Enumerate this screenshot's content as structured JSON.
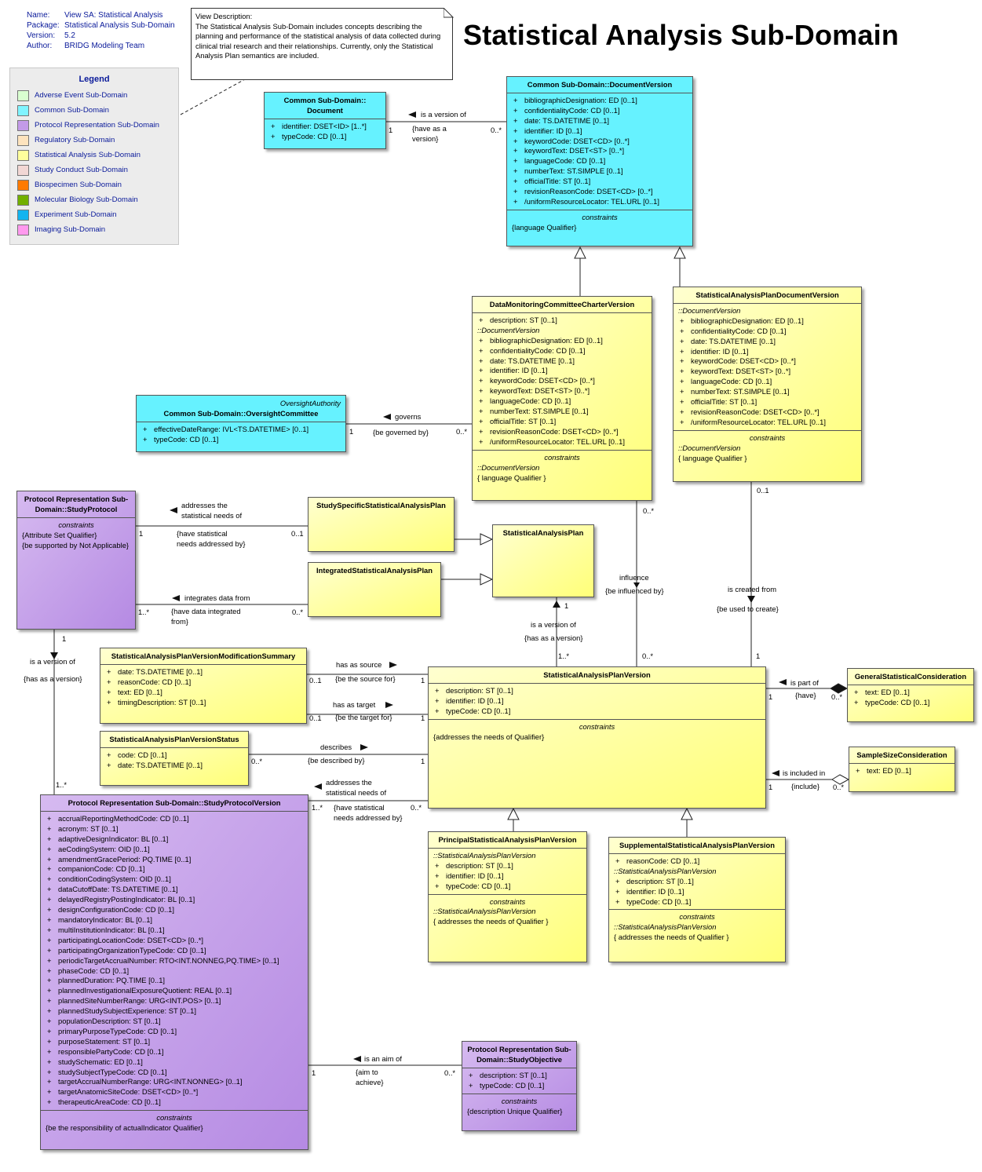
{
  "meta": [
    {
      "key": "Name:",
      "value": "View SA: Statistical Analysis"
    },
    {
      "key": "Package:",
      "value": "Statistical Analysis Sub-Domain"
    },
    {
      "key": "Version:",
      "value": "5.2"
    },
    {
      "key": "Author:",
      "value": "BRIDG Modeling Team"
    }
  ],
  "note": {
    "heading": "View Description:",
    "text": "The Statistical Analysis Sub-Domain includes concepts describing the planning and performance of the statistical analysis of data collected during clinical trial research and their relationships. Currently, only the Statistical Analysis Plan semantics are included."
  },
  "title": "Statistical Analysis Sub-Domain",
  "legend": {
    "title": "Legend",
    "items": [
      {
        "label": "Adverse Event Sub-Domain",
        "color": "#d9ffd0"
      },
      {
        "label": "Common Sub-Domain",
        "color": "#80f4ff"
      },
      {
        "label": "Protocol Representation Sub-Domain",
        "color": "#c39ae8"
      },
      {
        "label": "Regulatory Sub-Domain",
        "color": "#fde3bd"
      },
      {
        "label": "Statistical Analysis Sub-Domain",
        "color": "#ffff9c"
      },
      {
        "label": "Study Conduct Sub-Domain",
        "color": "#f2d7d4"
      },
      {
        "label": "Biospecimen Sub-Domain",
        "color": "#ff7a00"
      },
      {
        "label": "Molecular Biology Sub-Domain",
        "color": "#72b000"
      },
      {
        "label": "Experiment Sub-Domain",
        "color": "#12b4f0"
      },
      {
        "label": "Imaging Sub-Domain",
        "color": "#ff99ee"
      }
    ]
  },
  "classes": {
    "document": {
      "name": "Common Sub-Domain::\nDocument",
      "attrs": [
        "identifier: DSET<ID> [1..*]",
        "typeCode: CD [0..1]"
      ]
    },
    "documentVersion": {
      "name": "Common Sub-Domain::DocumentVersion",
      "attrs": [
        "bibliographicDesignation: ED [0..1]",
        "confidentialityCode: CD [0..1]",
        "date: TS.DATETIME [0..1]",
        "identifier: ID [0..1]",
        "keywordCode: DSET<CD> [0..*]",
        "keywordText: DSET<ST> [0..*]",
        "languageCode: CD [0..1]",
        "numberText: ST.SIMPLE [0..1]",
        "officialTitle: ST [0..1]",
        "revisionReasonCode: DSET<CD> [0..*]",
        "/uniformResourceLocator: TEL.URL [0..1]"
      ],
      "constraints_title": "constraints",
      "constraints": [
        "{language Qualifier}"
      ]
    },
    "dmcCharter": {
      "name": "DataMonitoringCommitteeCharterVersion",
      "own": [
        "description: ST [0..1]"
      ],
      "inherited_from": "::DocumentVersion",
      "attrs": [
        "bibliographicDesignation: ED [0..1]",
        "confidentialityCode: CD [0..1]",
        "date: TS.DATETIME [0..1]",
        "identifier: ID [0..1]",
        "keywordCode: DSET<CD> [0..*]",
        "keywordText: DSET<ST> [0..*]",
        "languageCode: CD [0..1]",
        "numberText: ST.SIMPLE [0..1]",
        "officialTitle: ST [0..1]",
        "revisionReasonCode: DSET<CD> [0..*]",
        "/uniformResourceLocator: TEL.URL [0..1]"
      ],
      "constraints_title": "constraints",
      "constraints_from": "::DocumentVersion",
      "constraints": [
        "{ language Qualifier }"
      ]
    },
    "sapDocVersion": {
      "name": "StatisticalAnalysisPlanDocumentVersion",
      "inherited_from": "::DocumentVersion",
      "attrs": [
        "bibliographicDesignation: ED [0..1]",
        "confidentialityCode: CD [0..1]",
        "date: TS.DATETIME [0..1]",
        "identifier: ID [0..1]",
        "keywordCode: DSET<CD> [0..*]",
        "keywordText: DSET<ST> [0..*]",
        "languageCode: CD [0..1]",
        "numberText: ST.SIMPLE [0..1]",
        "officialTitle: ST [0..1]",
        "revisionReasonCode: DSET<CD> [0..*]",
        "/uniformResourceLocator: TEL.URL [0..1]"
      ],
      "constraints_title": "constraints",
      "constraints_from": "::DocumentVersion",
      "constraints": [
        "{ language Qualifier }"
      ]
    },
    "oversight": {
      "stereotype": "OversightAuthority",
      "name": "Common Sub-Domain::OversightCommittee",
      "attrs": [
        "effectiveDateRange: IVL<TS.DATETIME> [0..1]",
        "typeCode: CD [0..1]"
      ]
    },
    "studyProtocol": {
      "name": "Protocol Representation Sub-\nDomain::StudyProtocol",
      "constraints_title": "constraints",
      "constraints": [
        "{Attribute Set Qualifier}",
        "{be supported by Not Applicable}"
      ]
    },
    "studySpecificSAP": {
      "name": "StudySpecificStatisticalAnalysisPlan"
    },
    "sap": {
      "name": "StatisticalAnalysisPlan"
    },
    "integratedSAP": {
      "name": "IntegratedStatisticalAnalysisPlan"
    },
    "modSummary": {
      "name": "StatisticalAnalysisPlanVersionModificationSummary",
      "attrs": [
        "date: TS.DATETIME [0..1]",
        "reasonCode: CD [0..1]",
        "text: ED [0..1]",
        "timingDescription: ST [0..1]"
      ]
    },
    "sapVersion": {
      "name": "StatisticalAnalysisPlanVersion",
      "attrs": [
        "description: ST [0..1]",
        "identifier: ID [0..1]",
        "typeCode: CD [0..1]"
      ],
      "constraints_title": "constraints",
      "constraints": [
        "{addresses the needs of Qualifier}"
      ]
    },
    "sapVersionStatus": {
      "name": "StatisticalAnalysisPlanVersionStatus",
      "attrs": [
        "code: CD [0..1]",
        "date: TS.DATETIME [0..1]"
      ]
    },
    "generalConsideration": {
      "name": "GeneralStatisticalConsideration",
      "attrs": [
        "text: ED [0..1]",
        "typeCode: CD [0..1]"
      ]
    },
    "sampleSize": {
      "name": "SampleSizeConsideration",
      "attrs": [
        "text: ED [0..1]"
      ]
    },
    "principalSAP": {
      "name": "PrincipalStatisticalAnalysisPlanVersion",
      "inherited_from": "::StatisticalAnalysisPlanVersion",
      "attrs": [
        "description: ST [0..1]",
        "identifier: ID [0..1]",
        "typeCode: CD [0..1]"
      ],
      "constraints_title": "constraints",
      "constraints_from": "::StatisticalAnalysisPlanVersion",
      "constraints": [
        "{ addresses the needs of Qualifier }"
      ]
    },
    "supplementalSAP": {
      "name": "SupplementalStatisticalAnalysisPlanVersion",
      "own": [
        "reasonCode: CD [0..1]"
      ],
      "inherited_from": "::StatisticalAnalysisPlanVersion",
      "attrs": [
        "description: ST [0..1]",
        "identifier: ID [0..1]",
        "typeCode: CD [0..1]"
      ],
      "constraints_title": "constraints",
      "constraints_from": "::StatisticalAnalysisPlanVersion",
      "constraints": [
        "{ addresses the needs of Qualifier }"
      ]
    },
    "studyProtocolVersion": {
      "name": "Protocol Representation Sub-Domain::StudyProtocolVersion",
      "attrs": [
        "accrualReportingMethodCode: CD [0..1]",
        "acronym: ST [0..1]",
        "adaptiveDesignIndicator: BL [0..1]",
        "aeCodingSystem: OID [0..1]",
        "amendmentGracePeriod: PQ.TIME [0..1]",
        "companionCode: CD [0..1]",
        "conditionCodingSystem: OID [0..1]",
        "dataCutoffDate: TS.DATETIME [0..1]",
        "delayedRegistryPostingIndicator: BL [0..1]",
        "designConfigurationCode: CD [0..1]",
        "mandatoryIndicator: BL [0..1]",
        "multiInstitutionIndicator: BL [0..1]",
        "participatingLocationCode: DSET<CD> [0..*]",
        "participatingOrganizationTypeCode: CD [0..1]",
        "periodicTargetAccrualNumber: RTO<INT.NONNEG,PQ.TIME> [0..1]",
        "phaseCode: CD [0..1]",
        "plannedDuration: PQ.TIME [0..1]",
        "plannedInvestigationalExposureQuotient: REAL [0..1]",
        "plannedSiteNumberRange: URG<INT.POS> [0..1]",
        "plannedStudySubjectExperience: ST [0..1]",
        "populationDescription: ST [0..1]",
        "primaryPurposeTypeCode: CD [0..1]",
        "purposeStatement: ST [0..1]",
        "responsiblePartyCode: CD [0..1]",
        "studySchematic: ED [0..1]",
        "studySubjectTypeCode: CD [0..1]",
        "targetAccrualNumberRange: URG<INT.NONNEG> [0..1]",
        "targetAnatomicSiteCode: DSET<CD> [0..*]",
        "therapeuticAreaCode: CD [0..1]"
      ],
      "constraints_title": "constraints",
      "constraints": [
        "{be the responsibility of actualIndicator Qualifier}"
      ]
    },
    "studyObjective": {
      "name": "Protocol Representation Sub-\nDomain::StudyObjective",
      "attrs": [
        "description: ST [0..1]",
        "typeCode: CD [0..1]"
      ],
      "constraints_title": "constraints",
      "constraints": [
        "{description Unique Qualifier}"
      ]
    }
  },
  "labels": {
    "doc_version_of": "is a version of",
    "doc_have_version": "{have as a\nversion}",
    "doc_m1": "1",
    "doc_m2": "0..*",
    "governs": "governs",
    "be_governed": "{be governed by}",
    "gov_m1": "1",
    "gov_m2": "0..*",
    "addresses_needs": "addresses the\nstatistical needs of",
    "have_needs": "{have statistical\nneeds addressed by}",
    "ss_m1": "1",
    "ss_m2": "0..1",
    "integrates": "integrates data from",
    "have_integrated": "{have data integrated\nfrom}",
    "int_m1": "1..*",
    "int_m2": "0..*",
    "dmc_m": "0..*",
    "influence": "influence",
    "be_influenced": "{be influenced by}",
    "influence_m": "0..*",
    "sapdoc_m": "0..1",
    "created_from": "is created from",
    "used_to_create": "{be used to create}",
    "created_m": "1",
    "sap_m": "1",
    "sap_version_of": "is a version of",
    "sap_has_version": "{has as a version}",
    "sapv_m": "1..*",
    "sp_m": "1",
    "sp_version_of": "is a version of",
    "sp_has_version": "{has as a version}",
    "spv_m": "1..*",
    "has_source": "has as source",
    "be_source": "{be the source for}",
    "src_m1": "0..1",
    "src_m2": "1",
    "has_target": "has as target",
    "be_target": "{be the target for}",
    "tgt_m1": "0..1",
    "tgt_m2": "1",
    "describes": "describes",
    "be_described": "{be described by}",
    "desc_m1": "0..*",
    "desc_m2": "1",
    "addresses_needs2": "addresses the\nstatistical needs of",
    "have_needs2": "{have statistical\nneeds addressed by}",
    "an_m1": "1..*",
    "an_m2": "0..*",
    "is_part_of": "is part of",
    "have": "{have}",
    "part_m1": "1",
    "part_m2": "0..*",
    "included_in": "is included in",
    "include": "{include}",
    "inc_m1": "1",
    "inc_m2": "0..*",
    "aim_of": "is an aim of",
    "aim_to": "{aim to\nachieve}",
    "aim_m1": "1",
    "aim_m2": "0..*"
  }
}
